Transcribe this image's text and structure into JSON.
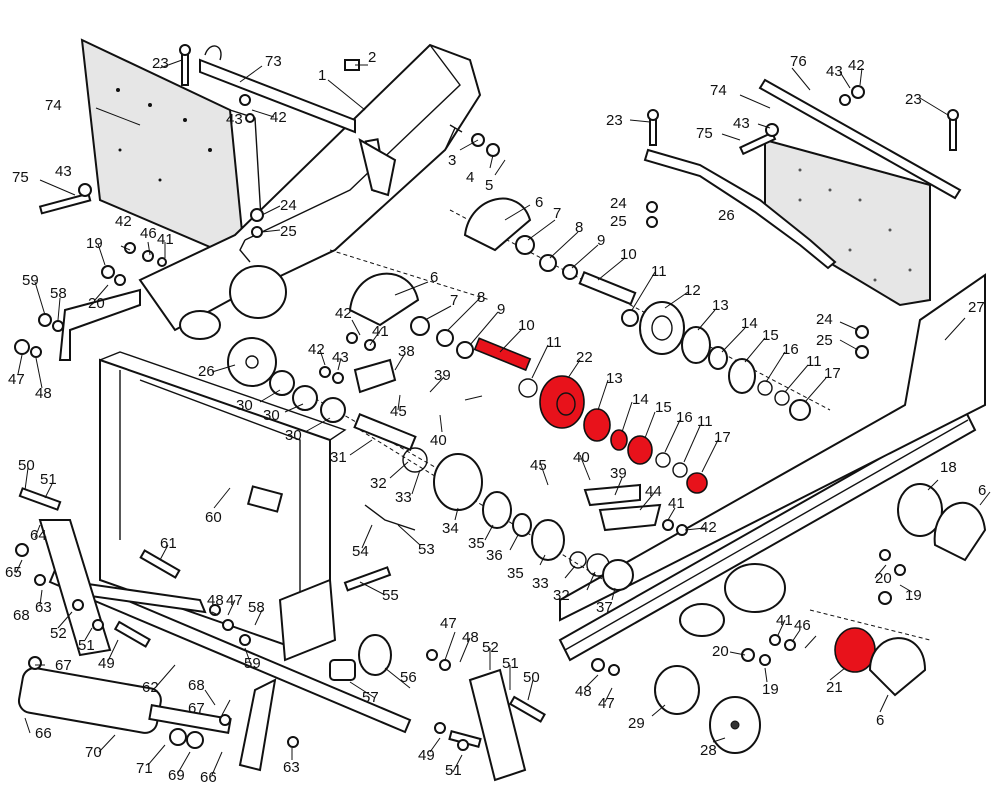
{
  "highlight_color": "#e8121b",
  "labels": {
    "l1": "1",
    "l2": "2",
    "l3": "3",
    "l4": "4",
    "l5": "5",
    "l6a": "6",
    "l6b": "6",
    "l6c": "6",
    "l6d": "6",
    "l7a": "7",
    "l7b": "7",
    "l8a": "8",
    "l8b": "8",
    "l9a": "9",
    "l9b": "9",
    "l10a": "10",
    "l10b": "10",
    "l11a": "11",
    "l11b": "11",
    "l11c": "11",
    "l11d": "11",
    "l12": "12",
    "l13a": "13",
    "l13b": "13",
    "l14a": "14",
    "l14b": "14",
    "l15a": "15",
    "l15b": "15",
    "l16a": "16",
    "l16b": "16",
    "l17a": "17",
    "l17b": "17",
    "l18": "18",
    "l19a": "19",
    "l19b": "19",
    "l19c": "19",
    "l20a": "20",
    "l20b": "20",
    "l20c": "20",
    "l21": "21",
    "l22": "22",
    "l23a": "23",
    "l23b": "23",
    "l23c": "23",
    "l24a": "24",
    "l24b": "24",
    "l24c": "24",
    "l25a": "25",
    "l25b": "25",
    "l25c": "25",
    "l26a": "26",
    "l26b": "26",
    "l27": "27",
    "l28": "28",
    "l29": "29",
    "l30a": "30",
    "l30b": "30",
    "l30c": "30",
    "l31": "31",
    "l32a": "32",
    "l32b": "32",
    "l33a": "33",
    "l33b": "33",
    "l34": "34",
    "l35a": "35",
    "l35b": "35",
    "l36": "36",
    "l37": "37",
    "l38": "38",
    "l39a": "39",
    "l39b": "39",
    "l40a": "40",
    "l40b": "40",
    "l41a": "41",
    "l41b": "41",
    "l41c": "41",
    "l41d": "41",
    "l42a": "42",
    "l42b": "42",
    "l42c": "42",
    "l42d": "42",
    "l42e": "42",
    "l42f": "42",
    "l43a": "43",
    "l43b": "43",
    "l43c": "43",
    "l43d": "43",
    "l43e": "43",
    "l44": "44",
    "l45a": "45",
    "l45b": "45",
    "l46a": "46",
    "l46b": "46",
    "l47a": "47",
    "l47b": "47",
    "l47c": "47",
    "l47d": "47",
    "l48a": "48",
    "l48b": "48",
    "l48c": "48",
    "l48d": "48",
    "l49a": "49",
    "l49b": "49",
    "l50a": "50",
    "l50b": "50",
    "l51a": "51",
    "l51b": "51",
    "l51c": "51",
    "l51d": "51",
    "l52a": "52",
    "l52b": "52",
    "l53": "53",
    "l54": "54",
    "l55": "55",
    "l56": "56",
    "l57": "57",
    "l58a": "58",
    "l58b": "58",
    "l59a": "59",
    "l59b": "59",
    "l60": "60",
    "l61": "61",
    "l62": "62",
    "l63a": "63",
    "l63b": "63",
    "l64": "64",
    "l65": "65",
    "l66a": "66",
    "l66b": "66",
    "l67a": "67",
    "l67b": "67",
    "l68a": "68",
    "l68b": "68",
    "l69": "69",
    "l70": "70",
    "l71": "71",
    "l73": "73",
    "l74a": "74",
    "l74b": "74",
    "l75a": "75",
    "l75b": "75",
    "l76": "76"
  }
}
